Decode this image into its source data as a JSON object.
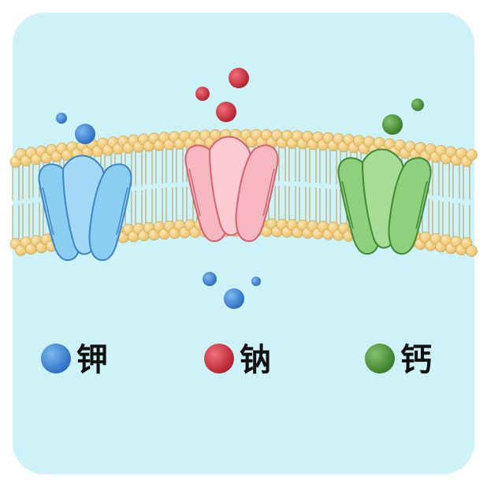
{
  "colors": {
    "panel": "#cdf3f8",
    "lipid_head": "#f0cf86",
    "lipid_head_edge": "#c9a04a",
    "lipid_tail": "#b89a55",
    "potassium": "#3f86d6",
    "sodium": "#d03a46",
    "calcium": "#4f9a3c",
    "channel_blue": "#8ccdf2",
    "channel_pink": "#f7b7c0",
    "channel_green": "#8fd07f"
  },
  "legend": [
    {
      "label": "钾",
      "color_key": "potassium",
      "icon": "potassium-ion-icon"
    },
    {
      "label": "钠",
      "color_key": "sodium",
      "icon": "sodium-ion-icon"
    },
    {
      "label": "钙",
      "color_key": "calcium",
      "icon": "calcium-ion-icon"
    }
  ]
}
